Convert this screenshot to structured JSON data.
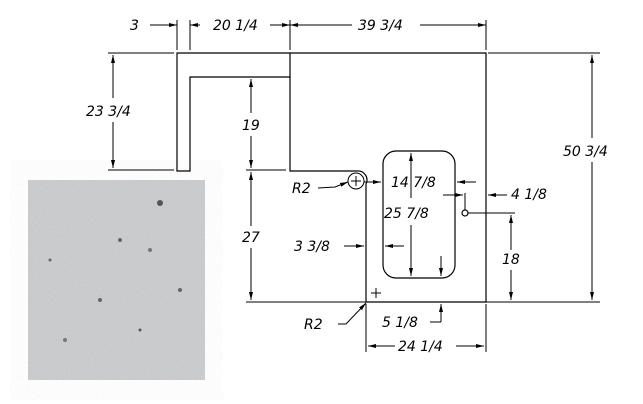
{
  "drawing": {
    "dimensions": {
      "left_strip_width": "3",
      "return_width": "20 1/4",
      "main_width": "39 3/4",
      "return_depth": "23 3/4",
      "inner_depth": "19",
      "lower_depth": "27",
      "total_depth": "50 3/4",
      "sink_width": "14 7/8",
      "sink_length": "25 7/8",
      "faucet_offset": "4 1/8",
      "faucet_height": "18",
      "sink_left_offset": "3 3/8",
      "sink_bottom_offset": "5 1/8",
      "bottom_width": "24 1/4",
      "radius_upper": "R2",
      "radius_lower": "R2"
    },
    "swatch": {
      "name": "stone-texture",
      "base_color": "#c4c6c8"
    }
  }
}
